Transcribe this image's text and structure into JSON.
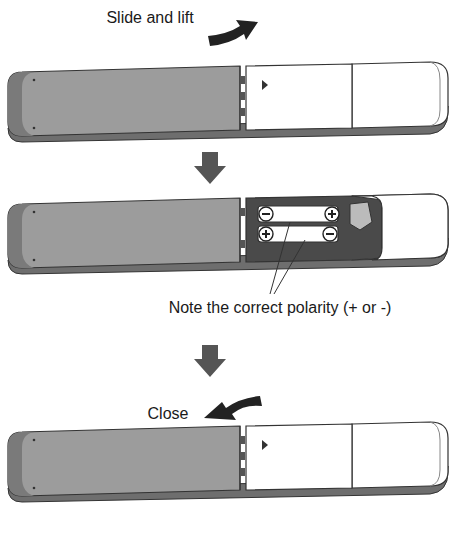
{
  "diagram": {
    "labels": [
      "Slide and lift",
      "Note the correct polarity (+ or -)",
      "Close"
    ]
  }
}
